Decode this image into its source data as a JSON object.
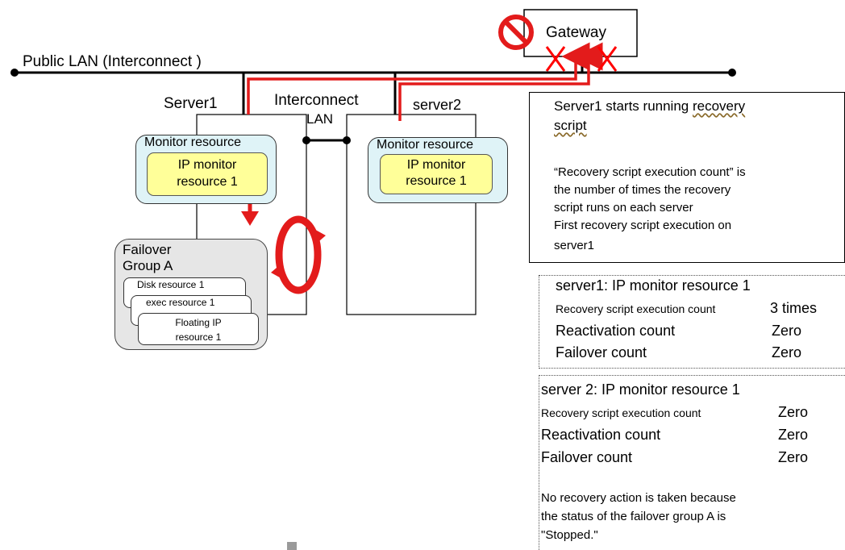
{
  "network": {
    "public_lan_label": "Public LAN (Interconnect )",
    "gateway_label": "Gateway",
    "interconnect_label_line1": "Interconnect",
    "interconnect_label_line2": "LAN"
  },
  "server1": {
    "label": "Server1",
    "monitor_title": "Monitor resource",
    "ip_monitor_line1": "IP monitor",
    "ip_monitor_line2": "resource 1"
  },
  "server2": {
    "label": "server2",
    "monitor_title": "Monitor resource",
    "ip_monitor_line1": "IP monitor",
    "ip_monitor_line2": "resource 1"
  },
  "failover_group": {
    "title_line1": "Failover",
    "title_line2": "Group A",
    "disk": "Disk resource 1",
    "exec": "exec resource 1",
    "fip_line1": "Floating IP",
    "fip_line2": "resource 1"
  },
  "info_box": {
    "title_prefix": "Server1 starts running ",
    "title_underlined_1": "recovery",
    "title_underlined_2": "script",
    "line1": "“Recovery script execution count” is",
    "line2": "the number of times the recovery",
    "line3": "script runs on each server",
    "line4": "First recovery script execution on",
    "line5": "server1"
  },
  "server1_status": {
    "title": "server1: IP monitor resource 1",
    "rows": [
      {
        "label": "Recovery script execution count",
        "value": "3 times"
      },
      {
        "label": "Reactivation count",
        "value": "Zero"
      },
      {
        "label": "Failover count",
        "value": "Zero"
      }
    ]
  },
  "server2_status": {
    "title": "server 2:   IP monitor resource 1",
    "rows": [
      {
        "label": "Recovery script execution count",
        "value": "Zero"
      },
      {
        "label": "Reactivation count",
        "value": "Zero"
      },
      {
        "label": "Failover count",
        "value": "Zero"
      }
    ],
    "note_line1": "No recovery action is taken because",
    "note_line2": "the status of the failover group A is",
    "note_line3": "\"Stopped.\""
  },
  "colors": {
    "monitor_fill": "#dff3f7",
    "ip_monitor_fill": "#ffff99",
    "failover_fill": "#e6e6e6",
    "alert_red": "#ff0000",
    "heartbeat_red": "#e31b1b"
  },
  "icons": {
    "gateway_blocked": "prohibited-icon",
    "broken_link": "cross-mark-icon",
    "failure_detected": "down-arrow-icon",
    "recovery_cycle": "circular-arrows-icon"
  }
}
